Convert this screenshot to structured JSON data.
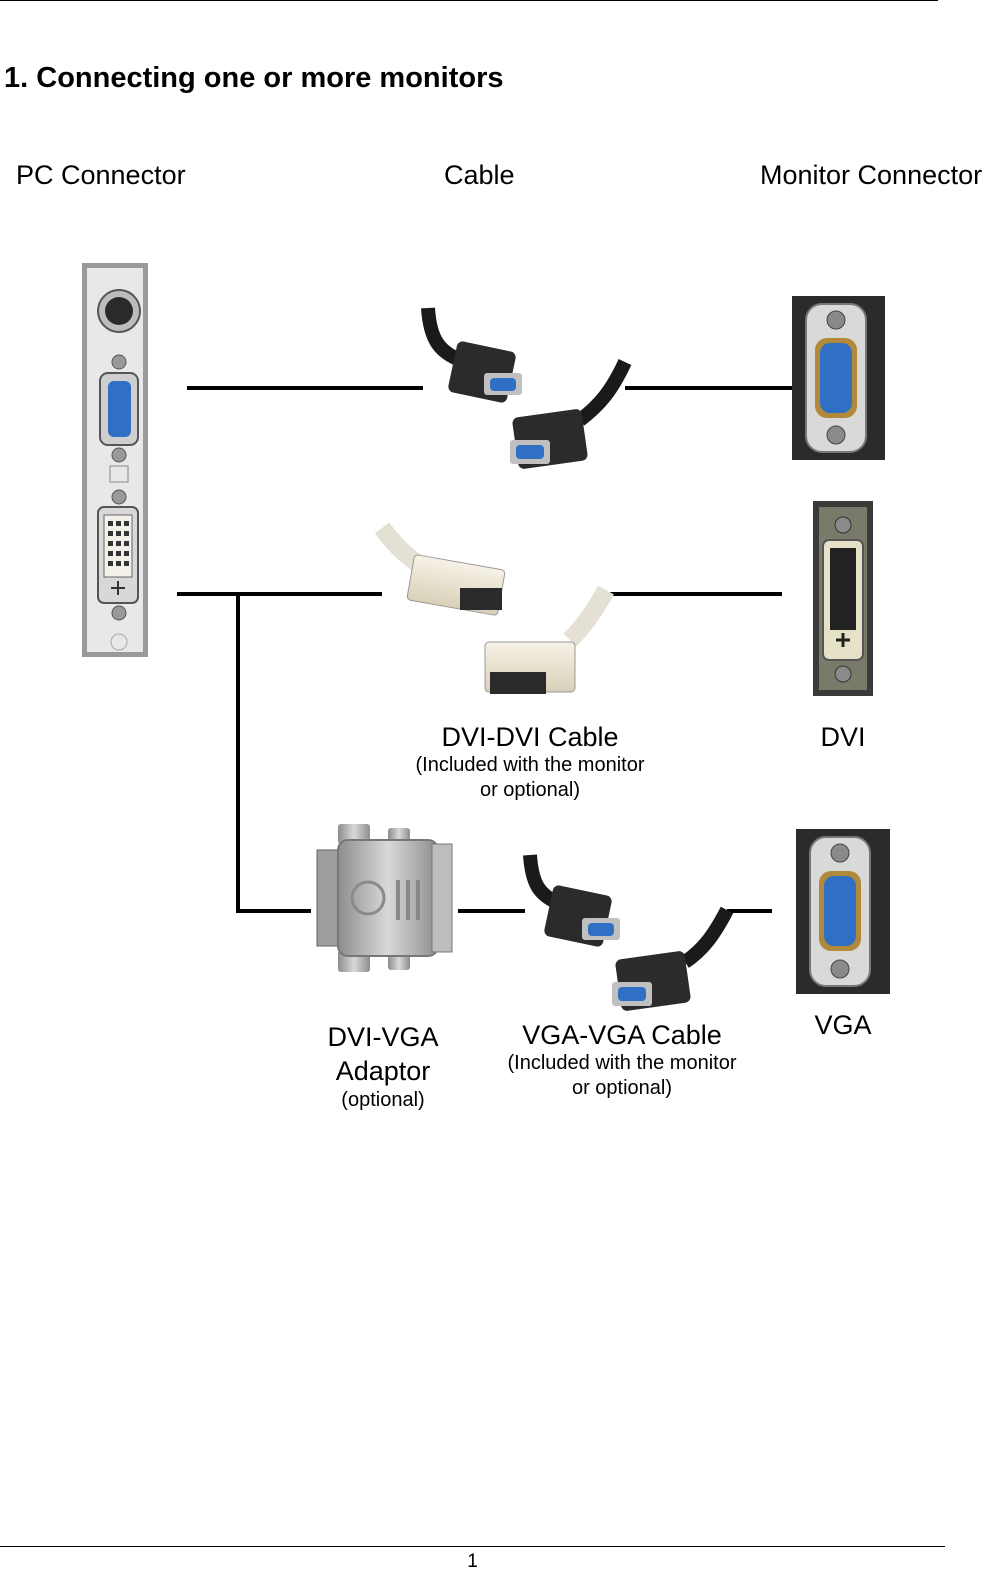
{
  "section": {
    "number": "1.",
    "title": "Connecting one or more monitors"
  },
  "columns": {
    "pc": "PC Connector",
    "cable": "Cable",
    "monitor": "Monitor Connector"
  },
  "labels": {
    "dvi_cable": {
      "title": "DVI-DVI Cable",
      "line1": "(Included with the monitor",
      "line2": "or optional)"
    },
    "dvi_port": "DVI",
    "adaptor": {
      "line1": "DVI-VGA",
      "line2": "Adaptor",
      "line3": "(optional)"
    },
    "vga_cable": {
      "title": "VGA-VGA Cable",
      "line1": "(Included with the monitor",
      "line2": "or optional)"
    },
    "vga_port": "VGA"
  },
  "footer": {
    "page": "1"
  },
  "colors": {
    "vga_blue": "#2f6fc4",
    "dvi_beige": "#ece6d2",
    "metal": "#b8b8b8",
    "cable_black": "#1a1a1a"
  }
}
